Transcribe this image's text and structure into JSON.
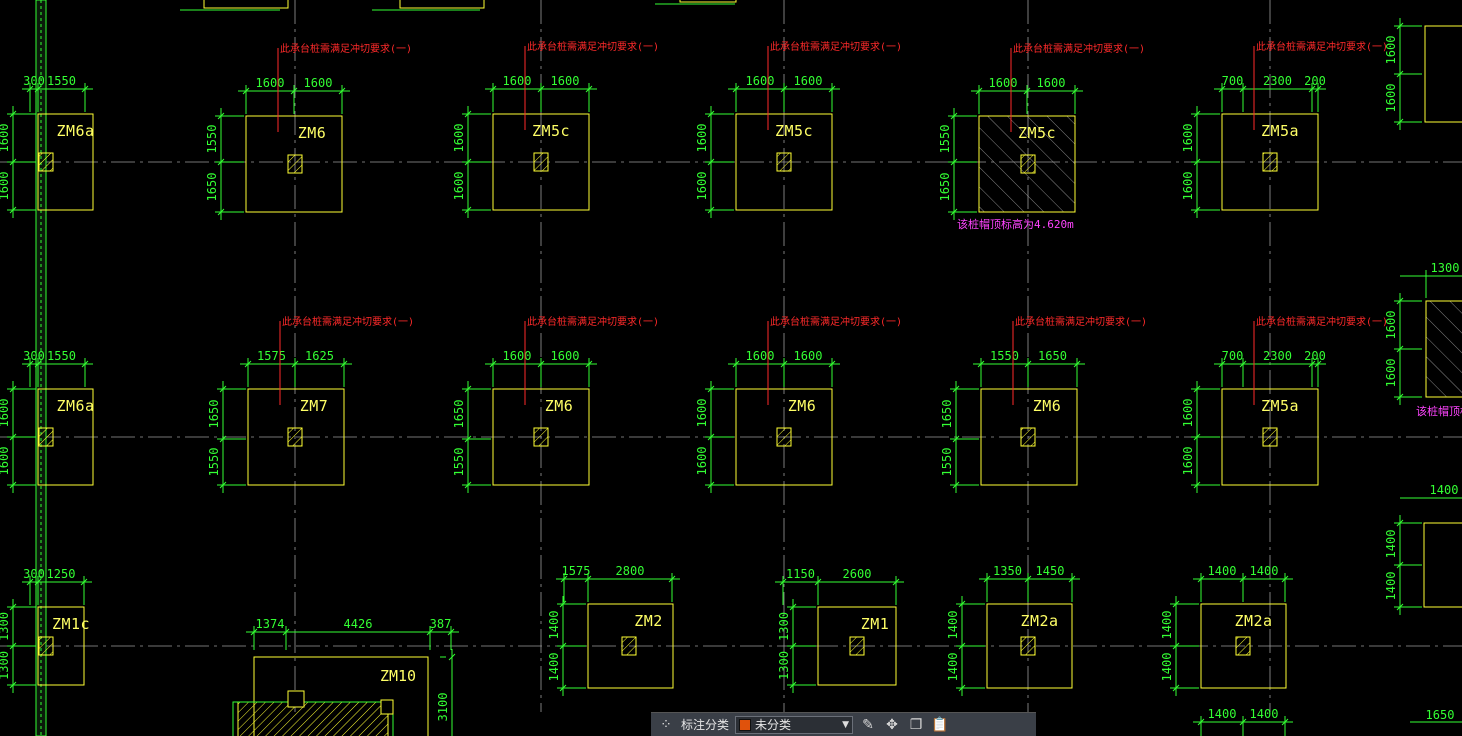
{
  "colors": {
    "label": "#ffff66",
    "dim": "#33ff33",
    "note": "#ff2a2a",
    "magenta": "#ff44ff",
    "axis": "#9a9a9a",
    "block": "#ffff33"
  },
  "notes": {
    "pile": "此承台桩需满足冲切要求(一)",
    "elevation": "该桩帽顶标高为4.620m",
    "elevation_cut": "该桩帽顶标高为"
  },
  "footings": [
    {
      "id": "ZM6a_r1",
      "label": "ZM6a",
      "top": [
        "300",
        "1550"
      ],
      "left": [
        "1600",
        "1600"
      ]
    },
    {
      "id": "ZM6_r1",
      "label": "ZM6",
      "top": [
        "1600",
        "1600"
      ],
      "left": [
        "1550",
        "1650"
      ]
    },
    {
      "id": "ZM5c_r1",
      "label": "ZM5c",
      "top": [
        "1600",
        "1600"
      ],
      "left": [
        "1600",
        "1600"
      ]
    },
    {
      "id": "ZM5c_r1b",
      "label": "ZM5c",
      "top": [
        "1600",
        "1600"
      ],
      "left": [
        "1600",
        "1600"
      ]
    },
    {
      "id": "ZM5c_r1c",
      "label": "ZM5c",
      "top": [
        "1600",
        "1600"
      ],
      "left": [
        "1550",
        "1650"
      ]
    },
    {
      "id": "ZM5a_r1",
      "label": "ZM5a",
      "top": [
        "700",
        "2300",
        "200"
      ],
      "left": [
        "1600",
        "1600"
      ]
    },
    {
      "id": "ZM6a_r2",
      "label": "ZM6a",
      "top": [
        "300",
        "1550"
      ],
      "left": [
        "1600",
        "1600"
      ]
    },
    {
      "id": "ZM7_r2",
      "label": "ZM7",
      "top": [
        "1575",
        "1625"
      ],
      "left": [
        "1650",
        "1550"
      ]
    },
    {
      "id": "ZM6_r2a",
      "label": "ZM6",
      "top": [
        "1600",
        "1600"
      ],
      "left": [
        "1650",
        "1550"
      ]
    },
    {
      "id": "ZM6_r2b",
      "label": "ZM6",
      "top": [
        "1600",
        "1600"
      ],
      "left": [
        "1600",
        "1600"
      ]
    },
    {
      "id": "ZM6_r2c",
      "label": "ZM6",
      "top": [
        "1550",
        "1650"
      ],
      "left": [
        "1650",
        "1550"
      ]
    },
    {
      "id": "ZM5a_r2",
      "label": "ZM5a",
      "top": [
        "700",
        "2300",
        "200"
      ],
      "left": [
        "1600",
        "1600"
      ]
    },
    {
      "id": "ZM1c_r3",
      "label": "ZM1c",
      "top": [
        "300",
        "1250"
      ],
      "left": [
        "1300",
        "1300"
      ]
    },
    {
      "id": "ZM10_r3",
      "label": "ZM10",
      "top": [
        "1374",
        "4426",
        "387"
      ],
      "left": [
        "3100"
      ]
    },
    {
      "id": "ZM2_r3",
      "label": "ZM2",
      "top": [
        "1575",
        "2800"
      ],
      "left": [
        "1400",
        "1400"
      ]
    },
    {
      "id": "ZM1_r3",
      "label": "ZM1",
      "top": [
        "1150",
        "2600"
      ],
      "left": [
        "1300",
        "1300"
      ]
    },
    {
      "id": "ZM2a_r3a",
      "label": "ZM2a",
      "top": [
        "1350",
        "1450"
      ],
      "left": [
        "1400",
        "1400"
      ]
    },
    {
      "id": "ZM2a_r3b",
      "label": "ZM2a",
      "top": [
        "1400",
        "1400"
      ],
      "left": [
        "1400",
        "1400"
      ]
    }
  ],
  "partial": {
    "r1_left": [
      "1600",
      "1600"
    ],
    "r2_top": "1300",
    "r2_left": [
      "1600",
      "1600"
    ],
    "r3_top": "1400",
    "r3_left": [
      "1400",
      "1400"
    ],
    "bottom_a": [
      "1400",
      "1400"
    ],
    "bottom_b": "1650"
  },
  "toolbar": {
    "label": "标注分类",
    "select_value": "未分类",
    "icons": [
      "grid-icon",
      "edit-icon",
      "move-icon",
      "copy-icon",
      "paste-icon"
    ]
  }
}
